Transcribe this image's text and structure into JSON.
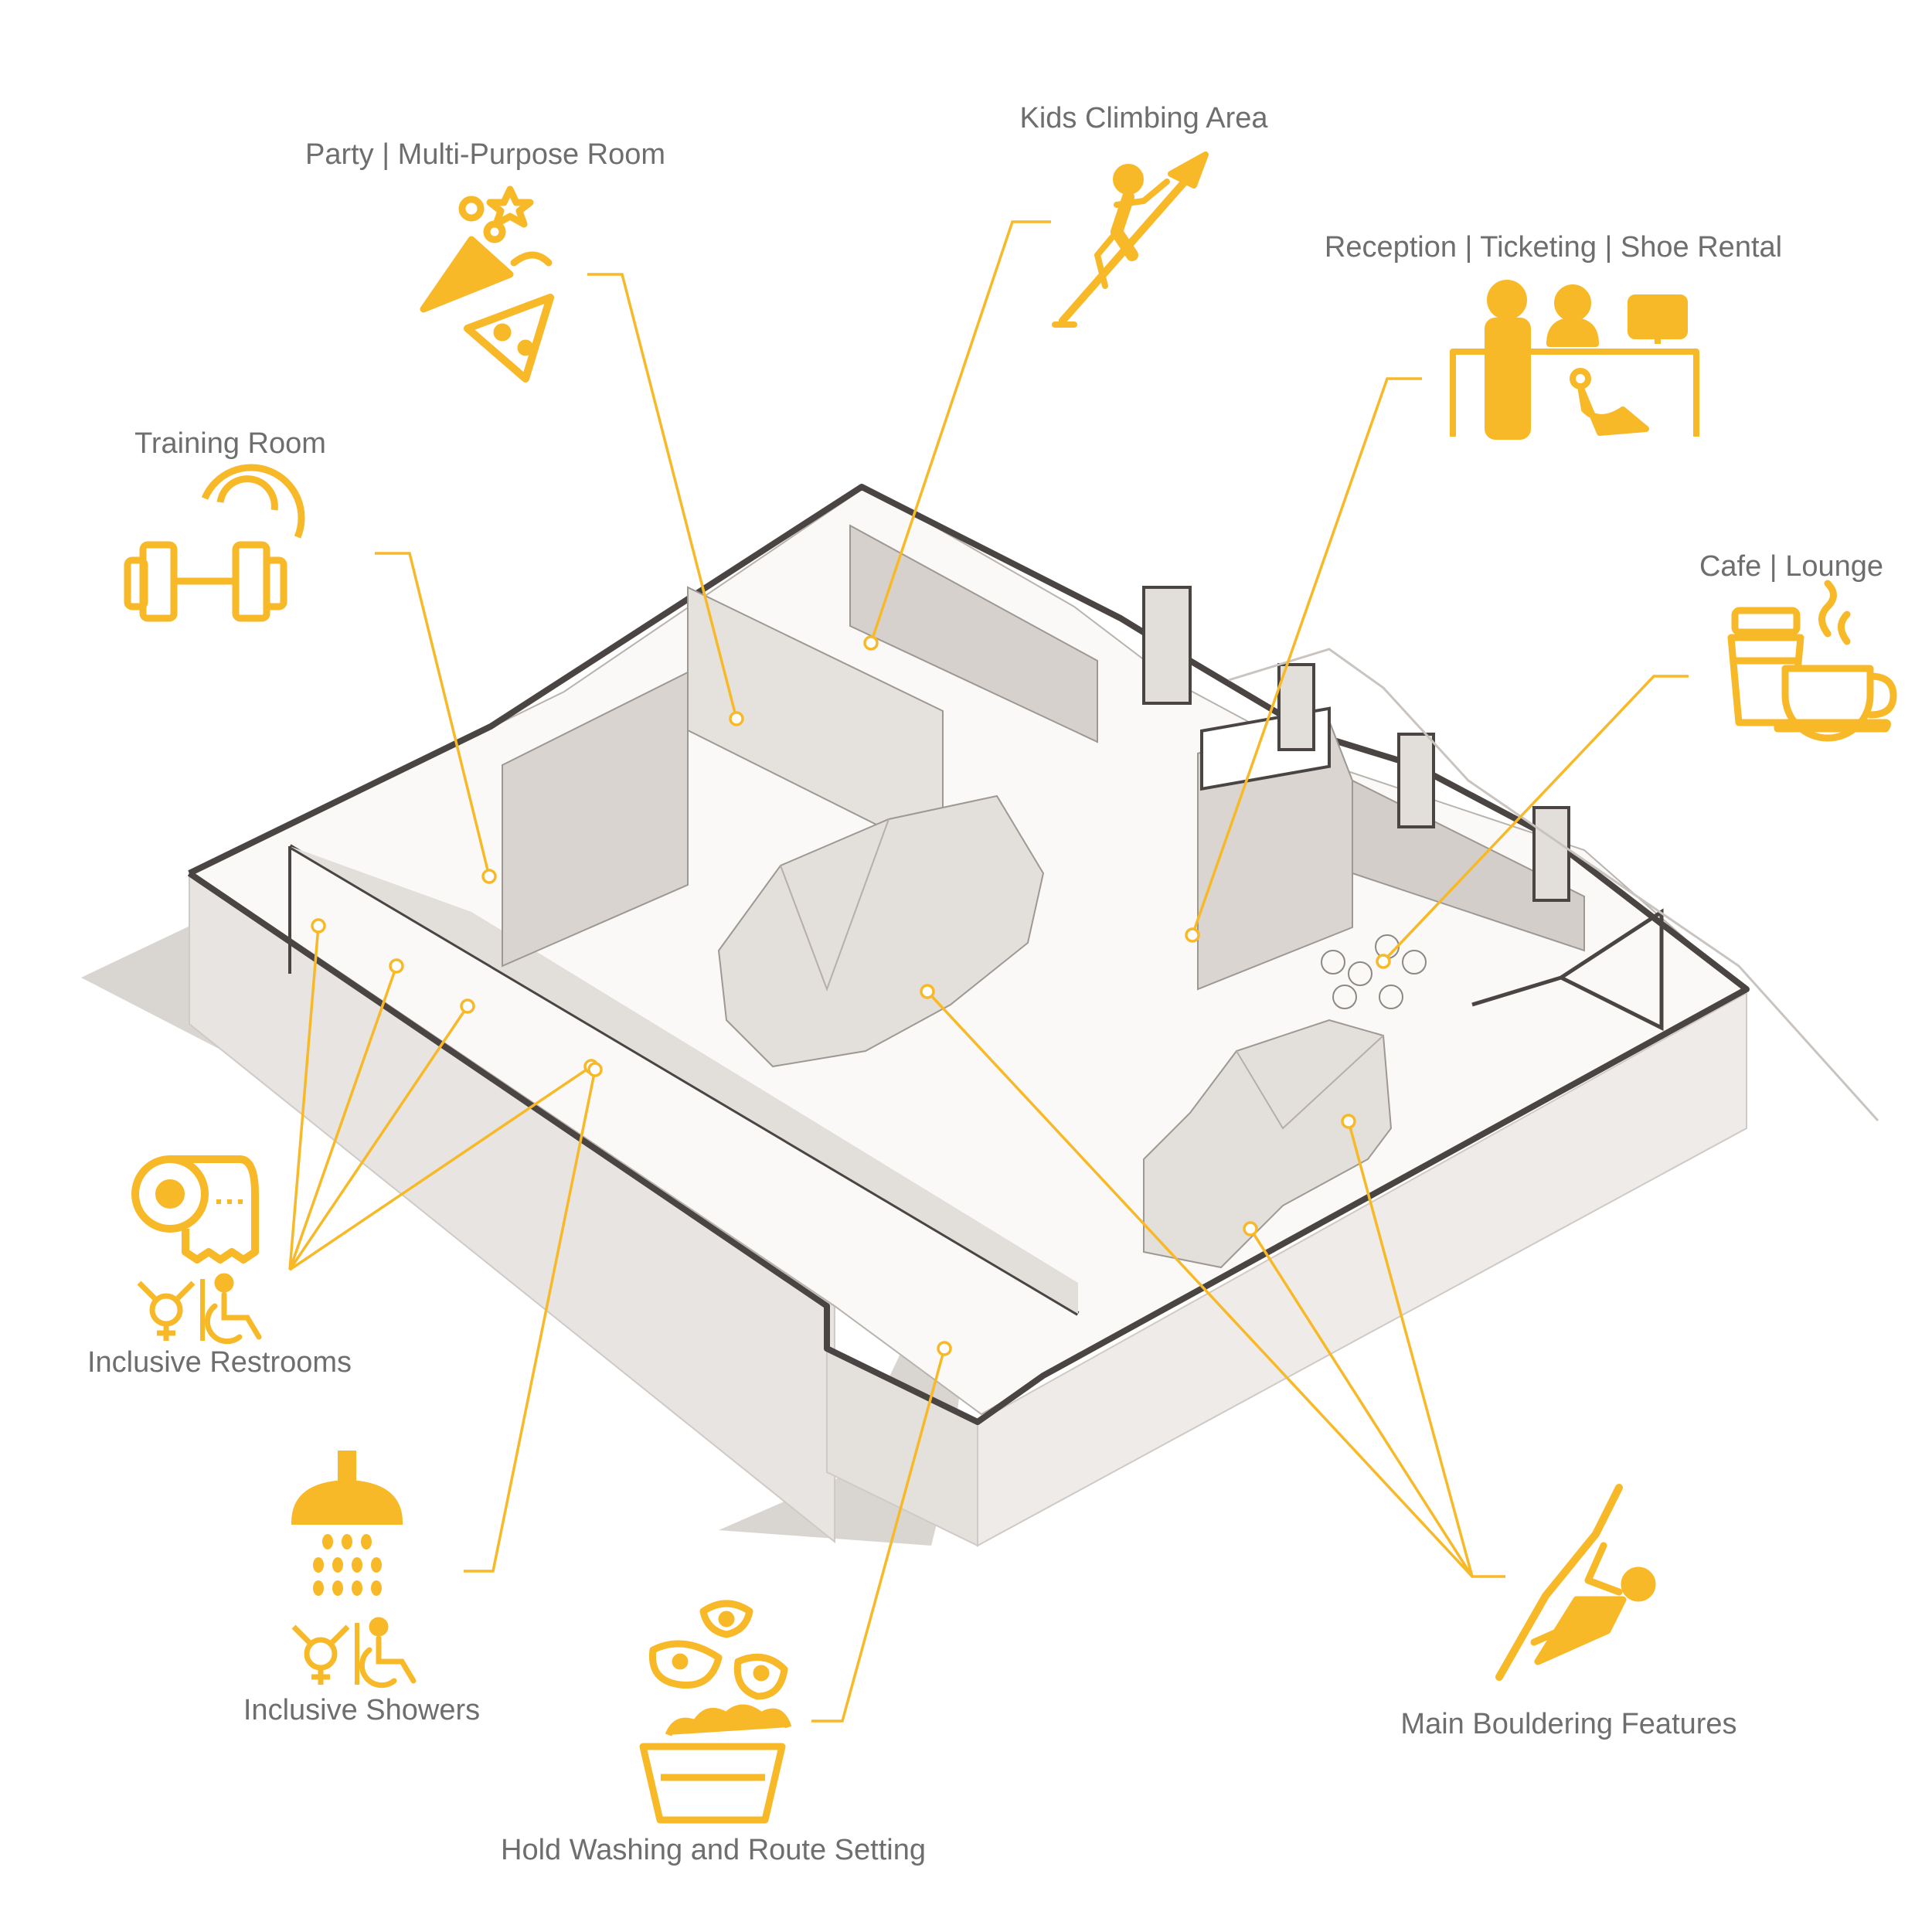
{
  "colors": {
    "accent": "#F8B929",
    "label_text": "#6E6E6E",
    "wall_dark": "#4A4542",
    "wall_fill": "#E9E6E3",
    "shadow": "#D6D2CE",
    "floor": "#FFFFFF"
  },
  "labels": {
    "party_room": "Party | Multi-Purpose Room",
    "kids_area": "Kids Climbing Area",
    "reception": "Reception | Ticketing | Shoe Rental",
    "training_room": "Training Room",
    "cafe": "Cafe | Lounge",
    "restrooms": "Inclusive Restrooms",
    "showers": "Inclusive Showers",
    "hold_washing": "Hold Washing and Route Setting",
    "bouldering": "Main Bouldering Features"
  },
  "icons": {
    "party_room": "party-popper-pizza-icon",
    "kids_area": "child-climber-icon",
    "reception": "reception-desk-icon",
    "training_room": "dumbbell-icon",
    "cafe": "coffee-cups-icon",
    "restrooms": "toilet-paper-icon",
    "showers": "shower-head-icon",
    "hold_washing": "hold-washing-basin-icon",
    "bouldering": "boulderer-icon",
    "gender_inclusive": "gender-inclusive-icon",
    "accessible": "wheelchair-icon"
  }
}
